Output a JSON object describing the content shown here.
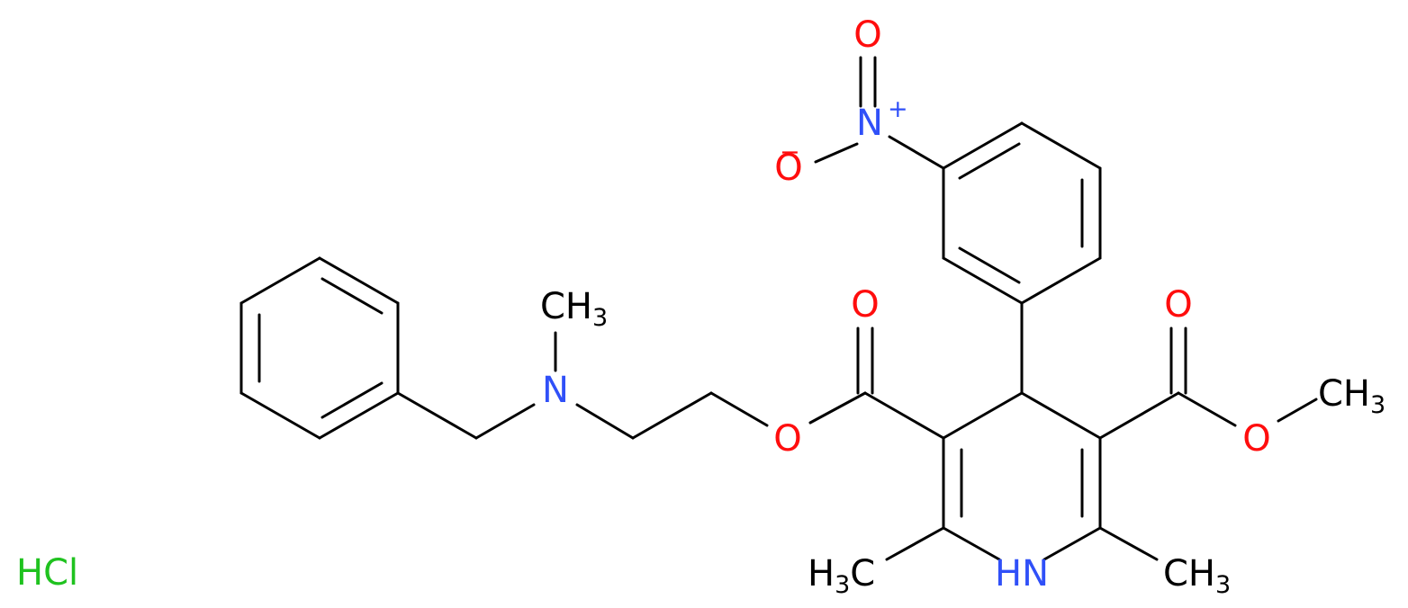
{
  "colors": {
    "bond": "#000000",
    "oxygen": "#ff0d0d",
    "nitrogen": "#3050f8",
    "carbon": "#000000",
    "chlorine": "#1fc21f"
  },
  "atoms": {
    "nitro_o_top": {
      "text": "O"
    },
    "nitro_n": {
      "text": "N",
      "charge": "+"
    },
    "nitro_o_minus": {
      "text": "O",
      "charge": "−"
    },
    "amine_methyl": {
      "text": "CH",
      "sub": "3"
    },
    "amine_n": {
      "text": "N"
    },
    "ester_left_o_carbonyl": {
      "text": "O"
    },
    "ester_left_o_ether": {
      "text": "O"
    },
    "ester_right_o_carbonyl": {
      "text": "O"
    },
    "ester_right_o_ether": {
      "text": "O"
    },
    "ester_right_methyl": {
      "text": "CH",
      "sub": "3"
    },
    "ring_nh": {
      "text": "HN"
    },
    "ring_methyl_left": {
      "prefix": "H",
      "sub": "3",
      "text": "C"
    },
    "ring_methyl_right": {
      "text": "CH",
      "sub": "3"
    }
  },
  "salt": {
    "text": "HCl"
  }
}
